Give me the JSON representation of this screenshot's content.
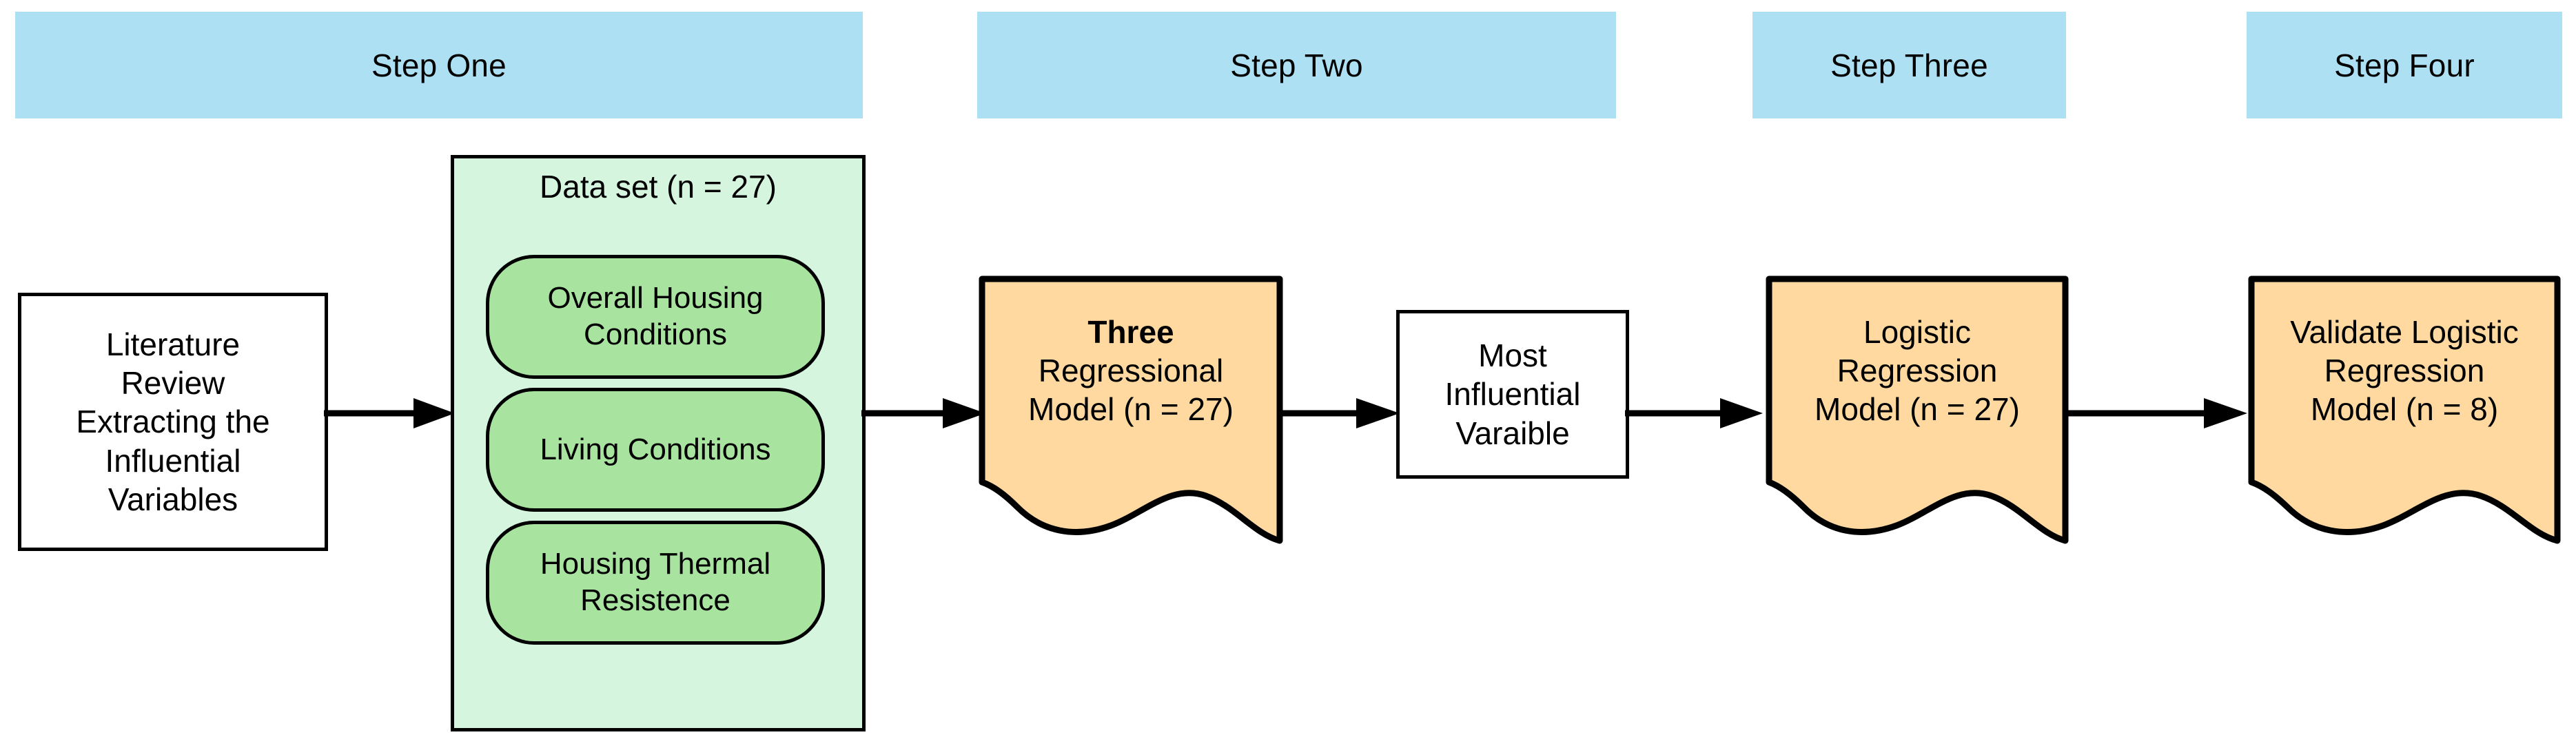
{
  "diagram": {
    "title": "Research methodology flowchart",
    "colors": {
      "step_bar": "#ACE0F2",
      "group_fill": "#D5F5DF",
      "pill_fill": "#A8E4A0",
      "document_fill": "#FFD9A0",
      "plain_fill": "#FFFFFF",
      "stroke": "#000000"
    }
  },
  "steps": [
    {
      "label": "Step One"
    },
    {
      "label": "Step Two"
    },
    {
      "label": "Step Three"
    },
    {
      "label": "Step Four"
    }
  ],
  "nodes": {
    "literature_review": {
      "lines": [
        "Literature",
        "Review",
        "Extracting the",
        "Influential",
        "Variables"
      ],
      "shape": "rectangle"
    },
    "data_set": {
      "title": "Data set (n = 27)",
      "shape": "container",
      "items": [
        {
          "lines": [
            "Overall Housing",
            "Conditions"
          ]
        },
        {
          "lines": [
            "Living Conditions"
          ]
        },
        {
          "lines": [
            "Housing Thermal",
            "Resistence"
          ]
        }
      ]
    },
    "three_regressional_model": {
      "emphasis": "Three",
      "lines": [
        "Regressional",
        "Model (n = 27)"
      ],
      "shape": "document"
    },
    "most_influential_variable": {
      "lines": [
        "Most",
        "Influential",
        "Varaible"
      ],
      "shape": "rectangle"
    },
    "logistic_regression_model": {
      "lines": [
        "Logistic",
        "Regression",
        "Model (n = 27)"
      ],
      "shape": "document"
    },
    "validate_logistic_regression_model": {
      "lines": [
        "Validate Logistic",
        "Regression",
        "Model (n = 8)"
      ],
      "shape": "document"
    }
  },
  "connectors": [
    {
      "from": "literature_review",
      "to": "data_set"
    },
    {
      "from": "data_set",
      "to": "three_regressional_model"
    },
    {
      "from": "three_regressional_model",
      "to": "most_influential_variable"
    },
    {
      "from": "most_influential_variable",
      "to": "logistic_regression_model"
    },
    {
      "from": "logistic_regression_model",
      "to": "validate_logistic_regression_model"
    }
  ]
}
